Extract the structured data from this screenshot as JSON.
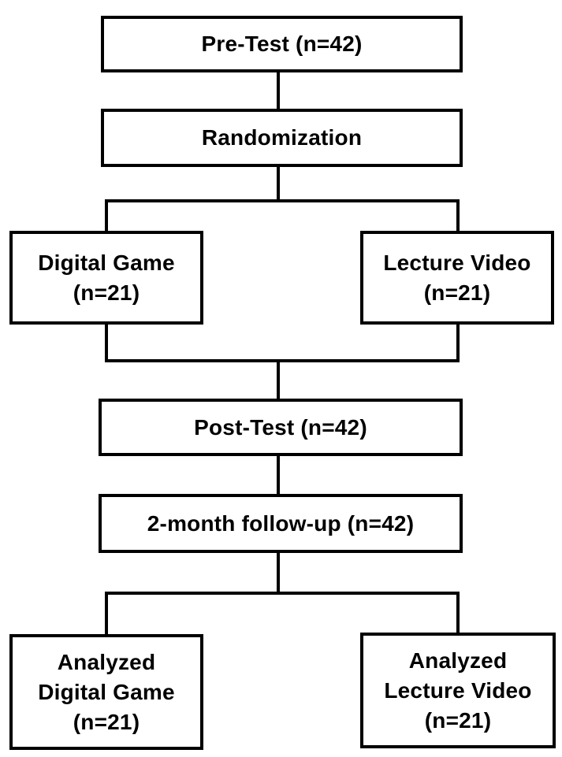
{
  "diagram": {
    "title": "Study flow diagram",
    "background_color": "#ffffff",
    "line_color": "#000000",
    "text_color": "#000000",
    "nodes": {
      "pre_test": {
        "label": "Pre-Test (n=42)"
      },
      "randomization": {
        "label": "Randomization"
      },
      "digital_game": {
        "label": "Digital Game\n(n=21)"
      },
      "lecture_video": {
        "label": "Lecture Video\n(n=21)"
      },
      "post_test": {
        "label": "Post-Test (n=42)"
      },
      "follow_up": {
        "label": "2-month follow-up (n=42)"
      },
      "analyzed_digital_game": {
        "label": "Analyzed\nDigital Game\n(n=21)"
      },
      "analyzed_lecture_video": {
        "label": "Analyzed\nLecture Video\n(n=21)"
      }
    },
    "edges": [
      "pre_test -> randomization",
      "randomization -> digital_game",
      "randomization -> lecture_video",
      "digital_game -> post_test",
      "lecture_video -> post_test",
      "post_test -> follow_up",
      "follow_up -> analyzed_digital_game",
      "follow_up -> analyzed_lecture_video"
    ]
  }
}
